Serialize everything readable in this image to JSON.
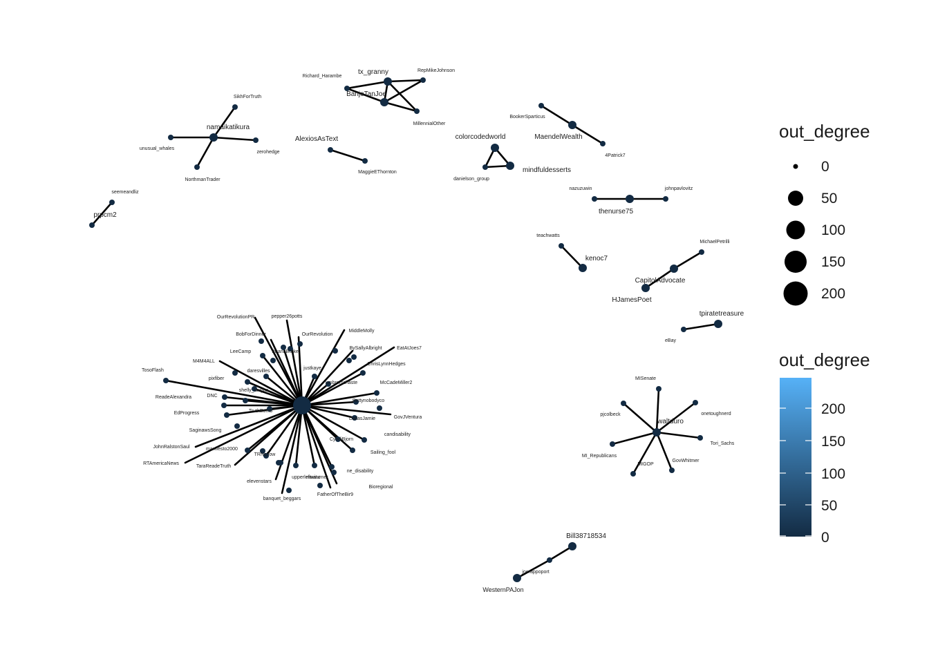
{
  "legend": {
    "size_title": "out_degree",
    "size_breaks": [
      "0",
      "50",
      "100",
      "150",
      "200"
    ],
    "color_title": "out_degree",
    "color_breaks": [
      "200",
      "150",
      "100",
      "50",
      "0"
    ],
    "color_low": "#132b43",
    "color_high": "#56b1f7"
  },
  "nodes": [
    {
      "id": "hub",
      "label": "",
      "size": "huge"
    },
    {
      "id": "OurRevolutionPR",
      "label": "OurRevolutionPR",
      "size": "s"
    },
    {
      "id": "pepper26potts",
      "label": "pepper26potts",
      "size": "s"
    },
    {
      "id": "BobForDinner",
      "label": "BobForDinner",
      "size": "s"
    },
    {
      "id": "OurRevolution",
      "label": "OurRevolution",
      "size": "s"
    },
    {
      "id": "MiddleMolly",
      "label": "MiddleMolly",
      "size": "s"
    },
    {
      "id": "BySallyAlbright",
      "label": "BySallyAlbright",
      "size": "s"
    },
    {
      "id": "EatAtJoes7",
      "label": "EatAtJoes7",
      "size": "s"
    },
    {
      "id": "TaranaBurke",
      "label": "TaranaBurke",
      "size": "s"
    },
    {
      "id": "LeeCamp",
      "label": "LeeCamp",
      "size": "s"
    },
    {
      "id": "M4M4ALL",
      "label": "M4M4ALL",
      "size": "s"
    },
    {
      "id": "ChrisLynnHedges",
      "label": "ChrisLynnHedges",
      "size": "s"
    },
    {
      "id": "daresvilles",
      "label": "daresvilles",
      "size": "s"
    },
    {
      "id": "justkaye",
      "label": "justkaye",
      "size": "s"
    },
    {
      "id": "TosoFlash",
      "label": "TosoFlash",
      "size": "s"
    },
    {
      "id": "pixfiber",
      "label": "pixfiber",
      "size": "s"
    },
    {
      "id": "McCadeMiller2",
      "label": "McCadeMiller2",
      "size": "s"
    },
    {
      "id": "umbrerschaste",
      "label": "umbrerschaste",
      "size": "s"
    },
    {
      "id": "shelly_laughs",
      "label": "shelly_laughs",
      "size": "s"
    },
    {
      "id": "ReadeAlexandra",
      "label": "ReadeAlexandra",
      "size": "s"
    },
    {
      "id": "DNC",
      "label": "DNC",
      "size": "s"
    },
    {
      "id": "Bettynobodyco",
      "label": "Bettynobodyco",
      "size": "s"
    },
    {
      "id": "EdProgress",
      "label": "EdProgress",
      "size": "s"
    },
    {
      "id": "TruthBomb",
      "label": "TruthBomb",
      "size": "s"
    },
    {
      "id": "GovJVentura",
      "label": "GovJVentura",
      "size": "s"
    },
    {
      "id": "DallasJamie",
      "label": "DallasJamie",
      "size": "s"
    },
    {
      "id": "SaginawsSong",
      "label": "SaginawsSong",
      "size": "s"
    },
    {
      "id": "candisability",
      "label": "candisability",
      "size": "s"
    },
    {
      "id": "JohnRalstonSaul",
      "label": "JohnRalstonSaul",
      "size": "s"
    },
    {
      "id": "CyndiBjorn",
      "label": "CyndiBjorn",
      "size": "s"
    },
    {
      "id": "manifesto2000",
      "label": "manifesto2000",
      "size": "s"
    },
    {
      "id": "Sailing_fool",
      "label": "Sailing_fool",
      "size": "s"
    },
    {
      "id": "TRNshow",
      "label": "TRNshow",
      "size": "s"
    },
    {
      "id": "RTAmericaNews",
      "label": "RTAmericaNews",
      "size": "s"
    },
    {
      "id": "TaraReadeTruth",
      "label": "TaraReadeTruth",
      "size": "s"
    },
    {
      "id": "ninaturner",
      "label": "ninaturner",
      "size": "s"
    },
    {
      "id": "ne_disability",
      "label": "ne_disability",
      "size": "s"
    },
    {
      "id": "upperleftwino",
      "label": "upperleftwino",
      "size": "s"
    },
    {
      "id": "elevenstars",
      "label": "elevenstars",
      "size": "s"
    },
    {
      "id": "Bioregional",
      "label": "Bioregional",
      "size": "s"
    },
    {
      "id": "FatherOfTheBir9",
      "label": "FatherOfTheBir9",
      "size": "s"
    },
    {
      "id": "banquet_beggars",
      "label": "banquet_beggars",
      "size": "s"
    },
    {
      "id": "tx_granny",
      "label": "tx_granny",
      "size": "m"
    },
    {
      "id": "Richard_Harambe",
      "label": "Richard_Harambe",
      "size": "s"
    },
    {
      "id": "RepMikeJohnson",
      "label": "RepMikeJohnson",
      "size": "s"
    },
    {
      "id": "BanjoTanJoe",
      "label": "BanjoTanJoe",
      "size": "m"
    },
    {
      "id": "MillennialOther",
      "label": "MillennialOther",
      "size": "s"
    },
    {
      "id": "SikhForTruth",
      "label": "SikhForTruth",
      "size": "s"
    },
    {
      "id": "namaikatikura",
      "label": "namaikatikura",
      "size": "m"
    },
    {
      "id": "unusual_whales",
      "label": "unusual_whales",
      "size": "s"
    },
    {
      "id": "zerohedge",
      "label": "zerohedge",
      "size": "s"
    },
    {
      "id": "NorthmanTrader",
      "label": "NorthmanTrader",
      "size": "s"
    },
    {
      "id": "AlexiosAsText",
      "label": "AlexiosAsText",
      "size": "s"
    },
    {
      "id": "MaggieEThornton",
      "label": "MaggieEThornton",
      "size": "s"
    },
    {
      "id": "seemeandliz",
      "label": "seemeandliz",
      "size": "s"
    },
    {
      "id": "prpcm2",
      "label": "prpcm2",
      "size": "s"
    },
    {
      "id": "colorcodedworld",
      "label": "colorcodedworld",
      "size": "m"
    },
    {
      "id": "danielson_group",
      "label": "danielson_group",
      "size": "s"
    },
    {
      "id": "mindfuldesserts",
      "label": "mindfuldesserts",
      "size": "m"
    },
    {
      "id": "BookerSparticus",
      "label": "BookerSparticus",
      "size": "s"
    },
    {
      "id": "MaendelWealth",
      "label": "MaendelWealth",
      "size": "m"
    },
    {
      "id": "4Patrick7",
      "label": "4Patrick7",
      "size": "s"
    },
    {
      "id": "nazuzuwin",
      "label": "nazuzuwin",
      "size": "s"
    },
    {
      "id": "thenurse75",
      "label": "thenurse75",
      "size": "m"
    },
    {
      "id": "johnpavlovitz",
      "label": "johnpavlovitz",
      "size": "s"
    },
    {
      "id": "teachwatts",
      "label": "teachwatts",
      "size": "s"
    },
    {
      "id": "kenoc7",
      "label": "kenoc7",
      "size": "m"
    },
    {
      "id": "MichaelPetrilli",
      "label": "MichaelPetrilli",
      "size": "s"
    },
    {
      "id": "CapitolAdvocate",
      "label": "CapitolAdvocate",
      "size": "m"
    },
    {
      "id": "HJamesPoet",
      "label": "HJamesPoet",
      "size": "m"
    },
    {
      "id": "tpiratetreasure",
      "label": "tpiratetreasure",
      "size": "m"
    },
    {
      "id": "eBay",
      "label": "eBay",
      "size": "s"
    },
    {
      "id": "MISenate",
      "label": "MISenate",
      "size": "s"
    },
    {
      "id": "pjcolbeck",
      "label": "pjcolbeck",
      "size": "s"
    },
    {
      "id": "onetoughnerd",
      "label": "onetoughnerd",
      "size": "s"
    },
    {
      "id": "waltduro",
      "label": "waltduro",
      "size": "m"
    },
    {
      "id": "Tori_Sachs",
      "label": "Tori_Sachs",
      "size": "s"
    },
    {
      "id": "MI_Republicans",
      "label": "MI_Republicans",
      "size": "s"
    },
    {
      "id": "MIGOP",
      "label": "MIGOP",
      "size": "s"
    },
    {
      "id": "GovWhitmer",
      "label": "GovWhitmer",
      "size": "s"
    },
    {
      "id": "Bill38718534",
      "label": "Bill38718534",
      "size": "m"
    },
    {
      "id": "joerappoport",
      "label": "joerappoport",
      "size": "s"
    },
    {
      "id": "WesternPAJon",
      "label": "WesternPAJon",
      "size": "m"
    }
  ],
  "edges": [
    [
      "hub",
      "OurRevolutionPR"
    ],
    [
      "hub",
      "pepper26potts"
    ],
    [
      "hub",
      "BobForDinner"
    ],
    [
      "hub",
      "OurRevolution"
    ],
    [
      "hub",
      "MiddleMolly"
    ],
    [
      "hub",
      "BySallyAlbright"
    ],
    [
      "hub",
      "EatAtJoes7"
    ],
    [
      "hub",
      "TaranaBurke"
    ],
    [
      "hub",
      "LeeCamp"
    ],
    [
      "hub",
      "M4M4ALL"
    ],
    [
      "hub",
      "ChrisLynnHedges"
    ],
    [
      "hub",
      "daresvilles"
    ],
    [
      "hub",
      "justkaye"
    ],
    [
      "hub",
      "TosoFlash"
    ],
    [
      "hub",
      "pixfiber"
    ],
    [
      "hub",
      "McCadeMiller2"
    ],
    [
      "hub",
      "umbrerschaste"
    ],
    [
      "hub",
      "shelly_laughs"
    ],
    [
      "hub",
      "ReadeAlexandra"
    ],
    [
      "hub",
      "DNC"
    ],
    [
      "hub",
      "Bettynobodyco"
    ],
    [
      "hub",
      "EdProgress"
    ],
    [
      "hub",
      "TruthBomb"
    ],
    [
      "hub",
      "GovJVentura"
    ],
    [
      "hub",
      "DallasJamie"
    ],
    [
      "hub",
      "SaginawsSong"
    ],
    [
      "hub",
      "candisability"
    ],
    [
      "hub",
      "JohnRalstonSaul"
    ],
    [
      "hub",
      "CyndiBjorn"
    ],
    [
      "hub",
      "manifesto2000"
    ],
    [
      "hub",
      "Sailing_fool"
    ],
    [
      "hub",
      "TRNshow"
    ],
    [
      "hub",
      "RTAmericaNews"
    ],
    [
      "hub",
      "TaraReadeTruth"
    ],
    [
      "hub",
      "ninaturner"
    ],
    [
      "hub",
      "ne_disability"
    ],
    [
      "hub",
      "upperleftwino"
    ],
    [
      "hub",
      "elevenstars"
    ],
    [
      "hub",
      "Bioregional"
    ],
    [
      "hub",
      "FatherOfTheBir9"
    ],
    [
      "hub",
      "banquet_beggars"
    ],
    [
      "tx_granny",
      "Richard_Harambe"
    ],
    [
      "tx_granny",
      "RepMikeJohnson"
    ],
    [
      "tx_granny",
      "BanjoTanJoe"
    ],
    [
      "tx_granny",
      "MillennialOther"
    ],
    [
      "BanjoTanJoe",
      "Richard_Harambe"
    ],
    [
      "BanjoTanJoe",
      "RepMikeJohnson"
    ],
    [
      "BanjoTanJoe",
      "MillennialOther"
    ],
    [
      "namaikatikura",
      "SikhForTruth"
    ],
    [
      "namaikatikura",
      "unusual_whales"
    ],
    [
      "namaikatikura",
      "zerohedge"
    ],
    [
      "namaikatikura",
      "NorthmanTrader"
    ],
    [
      "AlexiosAsText",
      "MaggieEThornton"
    ],
    [
      "seemeandliz",
      "prpcm2"
    ],
    [
      "colorcodedworld",
      "danielson_group"
    ],
    [
      "colorcodedworld",
      "mindfuldesserts"
    ],
    [
      "danielson_group",
      "mindfuldesserts"
    ],
    [
      "BookerSparticus",
      "MaendelWealth"
    ],
    [
      "MaendelWealth",
      "4Patrick7"
    ],
    [
      "nazuzuwin",
      "thenurse75"
    ],
    [
      "thenurse75",
      "johnpavlovitz"
    ],
    [
      "teachwatts",
      "kenoc7"
    ],
    [
      "MichaelPetrilli",
      "CapitolAdvocate"
    ],
    [
      "CapitolAdvocate",
      "HJamesPoet"
    ],
    [
      "eBay",
      "tpiratetreasure"
    ],
    [
      "waltduro",
      "MISenate"
    ],
    [
      "waltduro",
      "pjcolbeck"
    ],
    [
      "waltduro",
      "onetoughnerd"
    ],
    [
      "waltduro",
      "Tori_Sachs"
    ],
    [
      "waltduro",
      "MI_Republicans"
    ],
    [
      "waltduro",
      "MIGOP"
    ],
    [
      "waltduro",
      "GovWhitmer"
    ],
    [
      "Bill38718534",
      "joerappoport"
    ],
    [
      "joerappoport",
      "WesternPAJon"
    ]
  ]
}
